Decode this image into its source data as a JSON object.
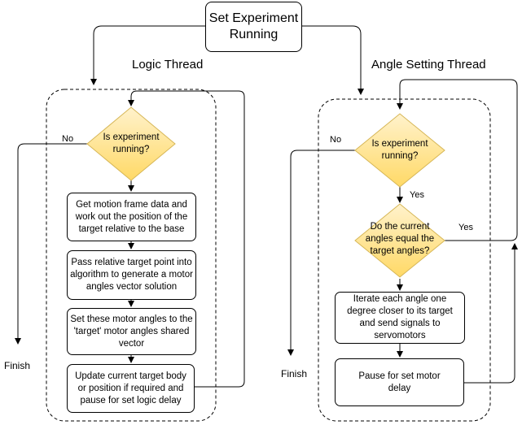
{
  "start": {
    "label": "Set Experiment Running"
  },
  "threads": {
    "logic": {
      "title": "Logic Thread",
      "decision": "Is experiment running?",
      "no_label": "No",
      "finish": "Finish",
      "steps": [
        "Get motion frame data and work out the position of the target relative to the base",
        "Pass relative target point into algorithm to generate a motor angles vector solution",
        "Set these motor angles to the 'target' motor angles shared vector",
        "Update current target body or position if required and pause for set logic delay"
      ]
    },
    "angle": {
      "title": "Angle Setting Thread",
      "decision1": "Is experiment running?",
      "decision2": "Do the current angles equal the target angles?",
      "no_label": "No",
      "yes_label_1": "Yes",
      "yes_label_2": "Yes",
      "finish": "Finish",
      "steps": [
        "Iterate each angle one degree closer to its target and send signals to servomotors",
        "Pause for set motor delay"
      ]
    }
  },
  "colors": {
    "decision_fill_top": "#fff2cc",
    "decision_fill_bottom": "#ffd966",
    "decision_stroke": "#d6b656",
    "line": "#000000"
  }
}
